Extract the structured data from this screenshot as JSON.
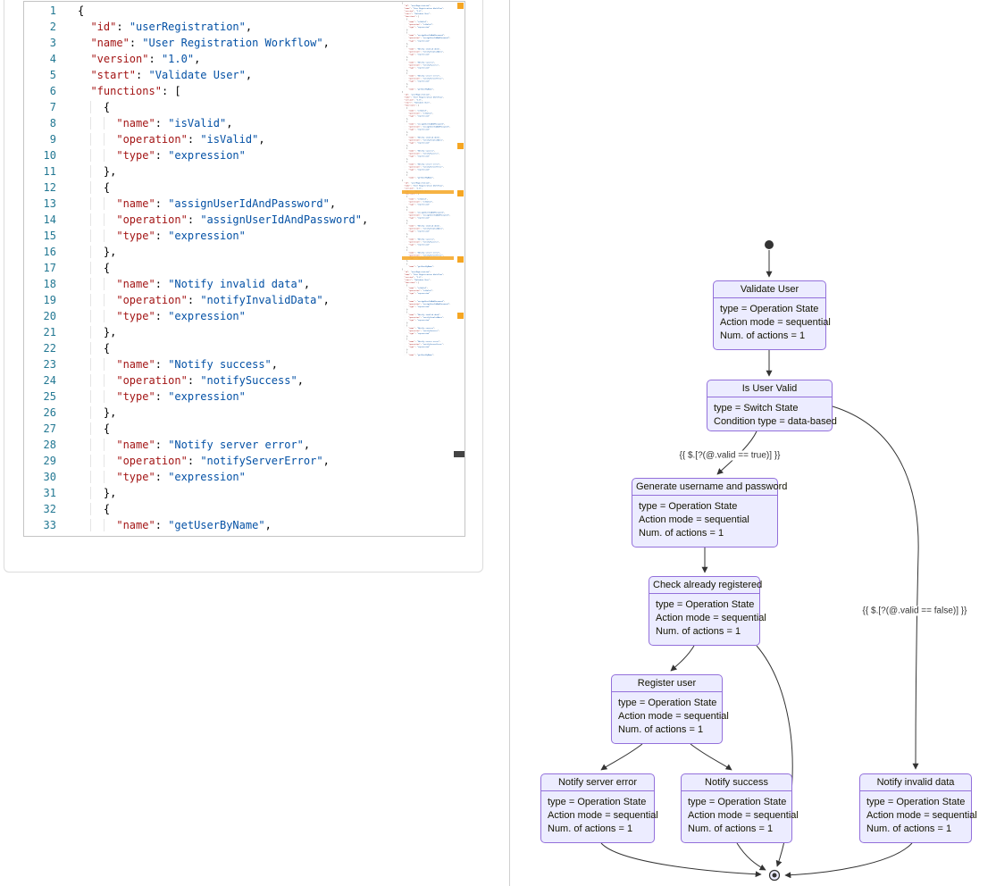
{
  "editor": {
    "language": "json",
    "lines": [
      "{",
      "  \"id\": \"userRegistration\",",
      "  \"name\": \"User Registration Workflow\",",
      "  \"version\": \"1.0\",",
      "  \"start\": \"Validate User\",",
      "  \"functions\": [",
      "    {",
      "      \"name\": \"isValid\",",
      "      \"operation\": \"isValid\",",
      "      \"type\": \"expression\"",
      "    },",
      "    {",
      "      \"name\": \"assignUserIdAndPassword\",",
      "      \"operation\": \"assignUserIdAndPassword\",",
      "      \"type\": \"expression\"",
      "    },",
      "    {",
      "      \"name\": \"Notify invalid data\",",
      "      \"operation\": \"notifyInvalidData\",",
      "      \"type\": \"expression\"",
      "    },",
      "    {",
      "      \"name\": \"Notify success\",",
      "      \"operation\": \"notifySuccess\",",
      "      \"type\": \"expression\"",
      "    },",
      "    {",
      "      \"name\": \"Notify server error\",",
      "      \"operation\": \"notifyServerError\",",
      "      \"type\": \"expression\"",
      "    },",
      "    {",
      "      \"name\": \"getUserByName\","
    ]
  },
  "diagram": {
    "nodes": [
      {
        "id": "validate-user",
        "title": "Validate User",
        "lines": [
          "type = Operation State",
          "Action mode = sequential",
          "Num. of actions = 1"
        ]
      },
      {
        "id": "is-user-valid",
        "title": "Is User Valid",
        "lines": [
          "type = Switch State",
          "Condition type = data-based"
        ]
      },
      {
        "id": "generate-username-and-password",
        "title": "Generate username and password",
        "lines": [
          "type = Operation State",
          "Action mode = sequential",
          "Num. of actions = 1"
        ]
      },
      {
        "id": "check-already-registered",
        "title": "Check already registered",
        "lines": [
          "type = Operation State",
          "Action mode = sequential",
          "Num. of actions = 1"
        ]
      },
      {
        "id": "register-user",
        "title": "Register user",
        "lines": [
          "type = Operation State",
          "Action mode = sequential",
          "Num. of actions = 1"
        ]
      },
      {
        "id": "notify-server-error",
        "title": "Notify server error",
        "lines": [
          "type = Operation State",
          "Action mode = sequential",
          "Num. of actions = 1"
        ]
      },
      {
        "id": "notify-success",
        "title": "Notify success",
        "lines": [
          "type = Operation State",
          "Action mode = sequential",
          "Num. of actions = 1"
        ]
      },
      {
        "id": "notify-invalid-data",
        "title": "Notify invalid data",
        "lines": [
          "type = Operation State",
          "Action mode = sequential",
          "Num. of actions = 1"
        ]
      }
    ],
    "edge_labels": [
      {
        "id": "valid-true",
        "text": "{{ $.[?(@.valid == true)] }}"
      },
      {
        "id": "valid-false",
        "text": "{{ $.[?(@.valid == false)] }}"
      }
    ]
  },
  "colors": {
    "node_fill": "#ECECFF",
    "node_border": "#9370DB",
    "edge": "#333333",
    "line_number": "#237893",
    "json_key": "#A31515",
    "json_value": "#0451A5",
    "minimap_marker": "#F5A623"
  }
}
